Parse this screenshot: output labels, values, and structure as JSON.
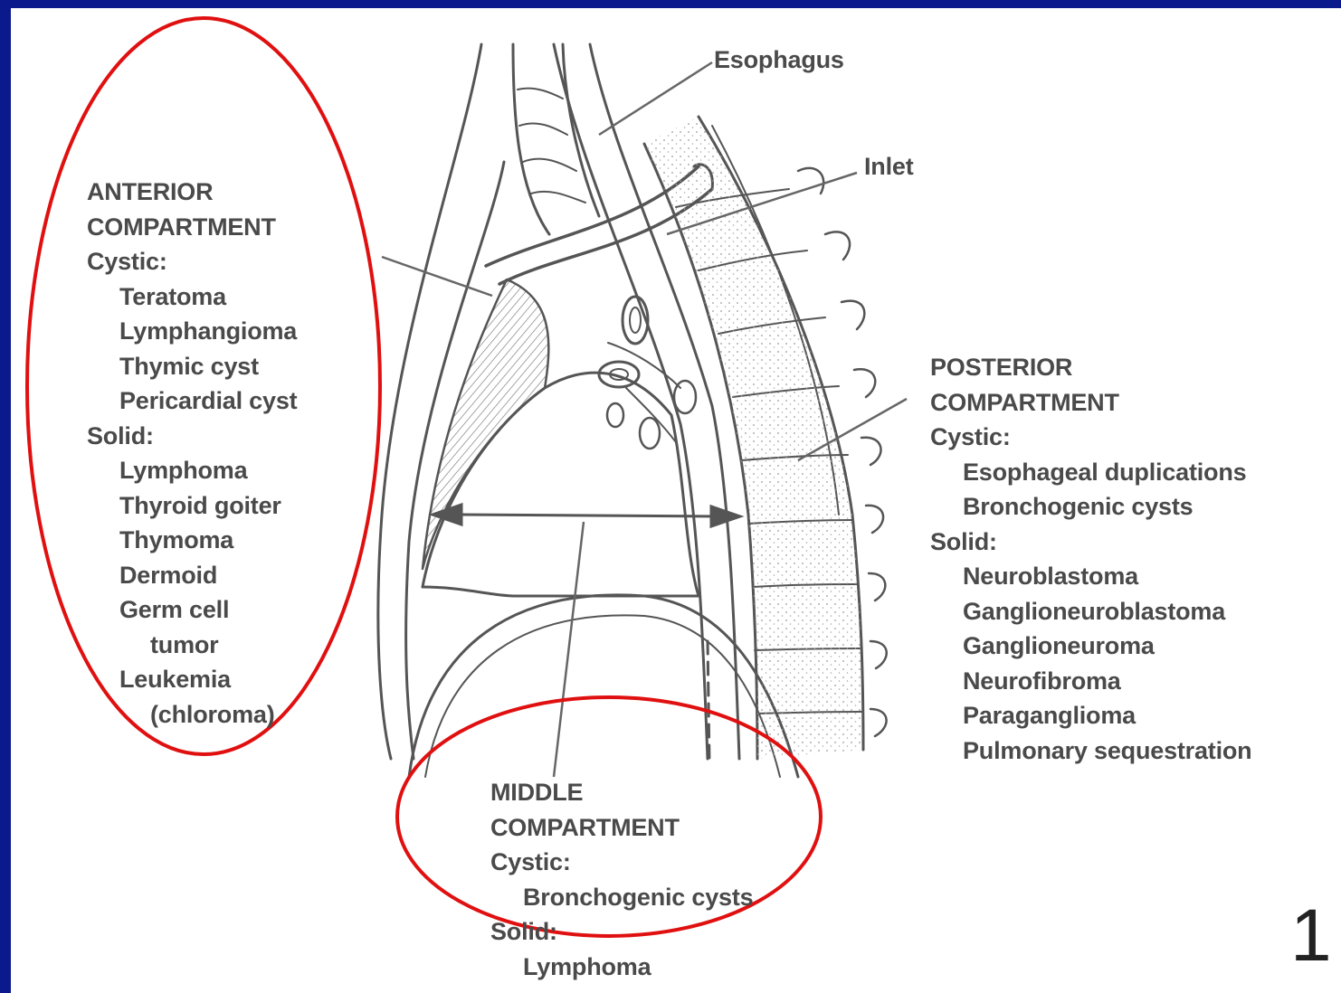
{
  "callouts": {
    "esophagus": "Esophagus",
    "inlet": "Inlet"
  },
  "anterior": {
    "title_line1": "ANTERIOR",
    "title_line2": "COMPARTMENT",
    "cystic_header": "Cystic:",
    "cystic_items": [
      "Teratoma",
      "Lymphangioma",
      "Thymic cyst",
      "Pericardial cyst"
    ],
    "solid_header": "Solid:",
    "solid_items": [
      "Lymphoma",
      "Thyroid goiter",
      "Thymoma",
      "Dermoid",
      "Germ cell",
      "tumor",
      "Leukemia",
      "(chloroma)"
    ]
  },
  "posterior": {
    "title_line1": "POSTERIOR",
    "title_line2": "COMPARTMENT",
    "cystic_header": "Cystic:",
    "cystic_items": [
      "Esophageal duplications",
      "Bronchogenic cysts"
    ],
    "solid_header": "Solid:",
    "solid_items": [
      "Neuroblastoma",
      "Ganglioneuroblastoma",
      "Ganglioneuroma",
      "Neurofibroma",
      "Paraganglioma",
      "Pulmonary sequestration"
    ]
  },
  "middle": {
    "title_line1": "MIDDLE",
    "title_line2": "COMPARTMENT",
    "cystic_header": "Cystic:",
    "cystic_items": [
      "Bronchogenic cysts"
    ],
    "solid_header": "Solid:",
    "solid_items": [
      "Lymphoma"
    ]
  },
  "page_number": "1",
  "colors": {
    "frame": "#0a1a8c",
    "highlight_ellipse": "#e01010",
    "line_art": "#555555"
  }
}
